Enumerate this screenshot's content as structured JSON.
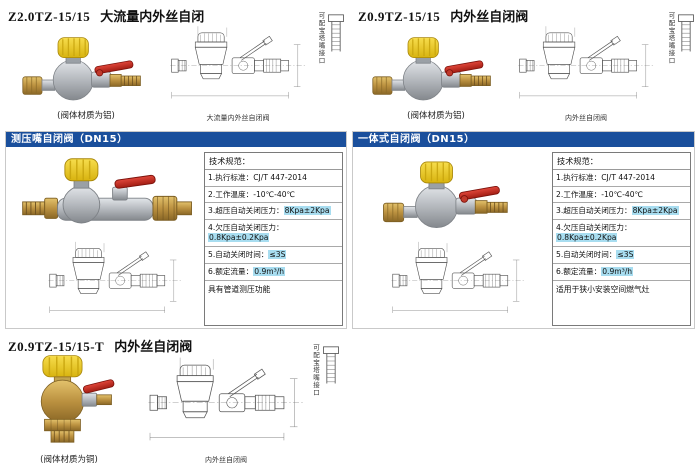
{
  "colors": {
    "header_blue": "#1a4f9c",
    "highlight_cyan": "#a8ddf0",
    "cap_yellow": "#e9c81d",
    "handle_red": "#c1261b",
    "brass": "#b8913f",
    "silver": "#b6babf"
  },
  "specs": {
    "title": "技术规范：",
    "items": [
      {
        "label": "1.执行标准：",
        "value": "CJ/T 447-2014"
      },
      {
        "label": "2.工作温度：",
        "value": "-10℃-40℃"
      },
      {
        "label": "3.超压自动关闭压力：",
        "value": "8Kpa±2Kpa"
      },
      {
        "label": "4.欠压自动关闭压力：",
        "value": "0.8Kpa±0.2Kpa"
      },
      {
        "label": "5.自动关闭时间：",
        "value": "≤3S"
      },
      {
        "label": "6.额定流量：",
        "value": "0.9m³/h"
      }
    ]
  },
  "products": {
    "p1": {
      "model": "Z2.0TZ-15/15",
      "name": "大流量内外丝自闭",
      "photo_caption": "(阀体材质为铝)",
      "drawing_caption": "大流量内外丝自闭阀",
      "note": "可配宝塔嘴接口"
    },
    "p2": {
      "model": "Z0.9TZ-15/15",
      "name": "内外丝自闭阀",
      "photo_caption": "(阀体材质为铝)",
      "drawing_caption": "内外丝自闭阀",
      "note": "可配宝塔嘴接口"
    },
    "p3": {
      "header": "测压嘴自闭阀（DN15）",
      "spec_footer": "具有管道测压功能"
    },
    "p4": {
      "header": "一体式自闭阀（DN15）",
      "spec_footer": "适用于狭小安装空间燃气灶"
    },
    "p5": {
      "model": "Z0.9TZ-15/15-T",
      "name": "内外丝自闭阀",
      "photo_caption": "(阀体材质为铜)",
      "drawing_caption": "内外丝自闭阀",
      "note": "可配宝塔嘴接口"
    }
  }
}
